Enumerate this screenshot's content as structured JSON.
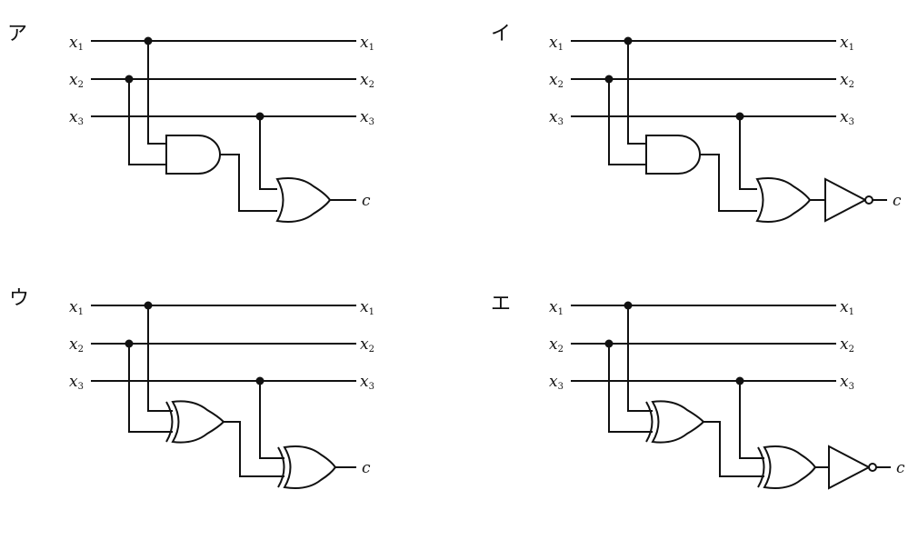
{
  "options": [
    {
      "key": "a",
      "label": "ア",
      "gate1": "and",
      "gate2": "or",
      "inverter": false
    },
    {
      "key": "i",
      "label": "イ",
      "gate1": "and",
      "gate2": "or",
      "inverter": true
    },
    {
      "key": "u",
      "label": "ウ",
      "gate1": "xor",
      "gate2": "xor",
      "inverter": false
    },
    {
      "key": "e",
      "label": "エ",
      "gate1": "xor",
      "gate2": "xor",
      "inverter": true
    }
  ],
  "signals": {
    "inputs": [
      {
        "base": "x",
        "sub": "1"
      },
      {
        "base": "x",
        "sub": "2"
      },
      {
        "base": "x",
        "sub": "3"
      }
    ],
    "output": "c"
  }
}
